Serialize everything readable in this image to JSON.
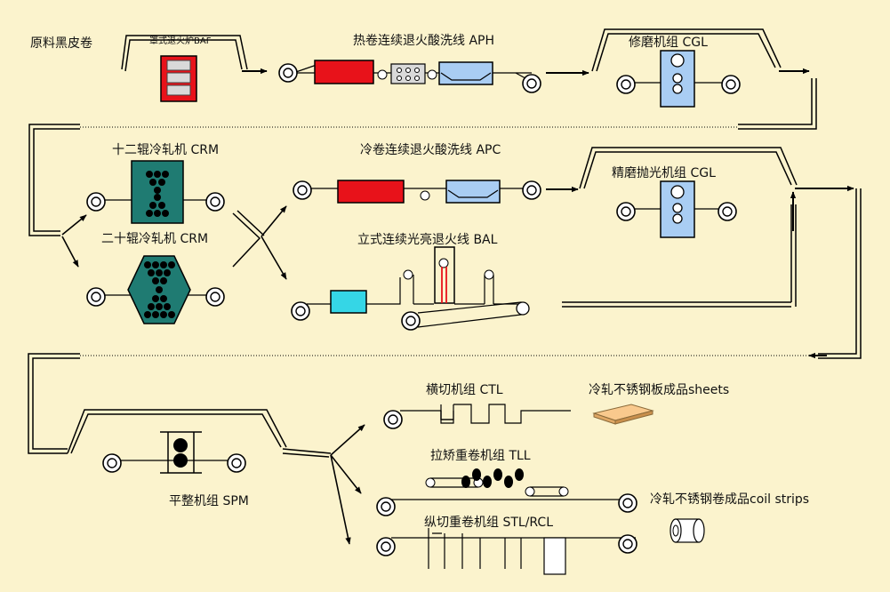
{
  "labels": {
    "raw": "原料黑皮卷",
    "baf": "罩式退火炉BAF",
    "aph": "热卷连续退火酸洗线 APH",
    "cgl1": "修磨机组 CGL",
    "crm12": "十二辊冷轧机 CRM",
    "crm20": "二十辊冷轧机 CRM",
    "apc": "冷卷连续退火酸洗线 APC",
    "bal": "立式连续光亮退火线 BAL",
    "cgl2": "精磨抛光机组 CGL",
    "spm": "平整机组 SPM",
    "ctl": "横切机组 CTL",
    "tll": "拉矫重卷机组 TLL",
    "stl": "纵切重卷机组 STL/RCL",
    "sheets": "冷轧不锈钢板成品sheets",
    "coils": "冷轧不锈钢卷成品coil strips"
  },
  "colors": {
    "background": "#fbf3cd",
    "furnace_red": "#e8121a",
    "tank_blue": "#a9cdf3",
    "bal_cyan": "#35d6e6",
    "mill_teal": "#1f7b72"
  }
}
